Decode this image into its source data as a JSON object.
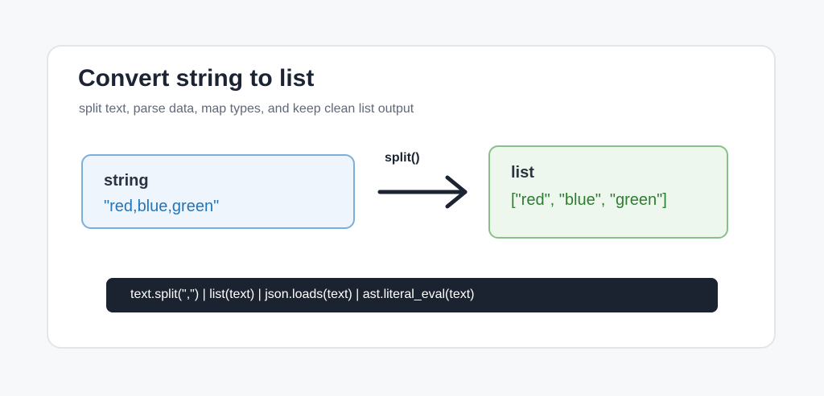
{
  "header": {
    "title": "Convert string to list",
    "subtitle": "split text, parse data, map types, and keep clean list output"
  },
  "input_box": {
    "label": "string",
    "value": "\"red,blue,green\""
  },
  "operation": {
    "label": "split()",
    "icon": "arrow-right-icon"
  },
  "output_box": {
    "label": "list",
    "value": "[\"red\", \"blue\", \"green\"]"
  },
  "code_bar": {
    "text": "text.split(\",\") | list(text) | json.loads(text) | ast.literal_eval(text)"
  },
  "colors": {
    "input_border": "#7aaedb",
    "input_bg": "#eef5fd",
    "output_border": "#88c088",
    "output_bg": "#edf7ed",
    "code_bg": "#1b2230",
    "arrow": "#1c2434"
  }
}
